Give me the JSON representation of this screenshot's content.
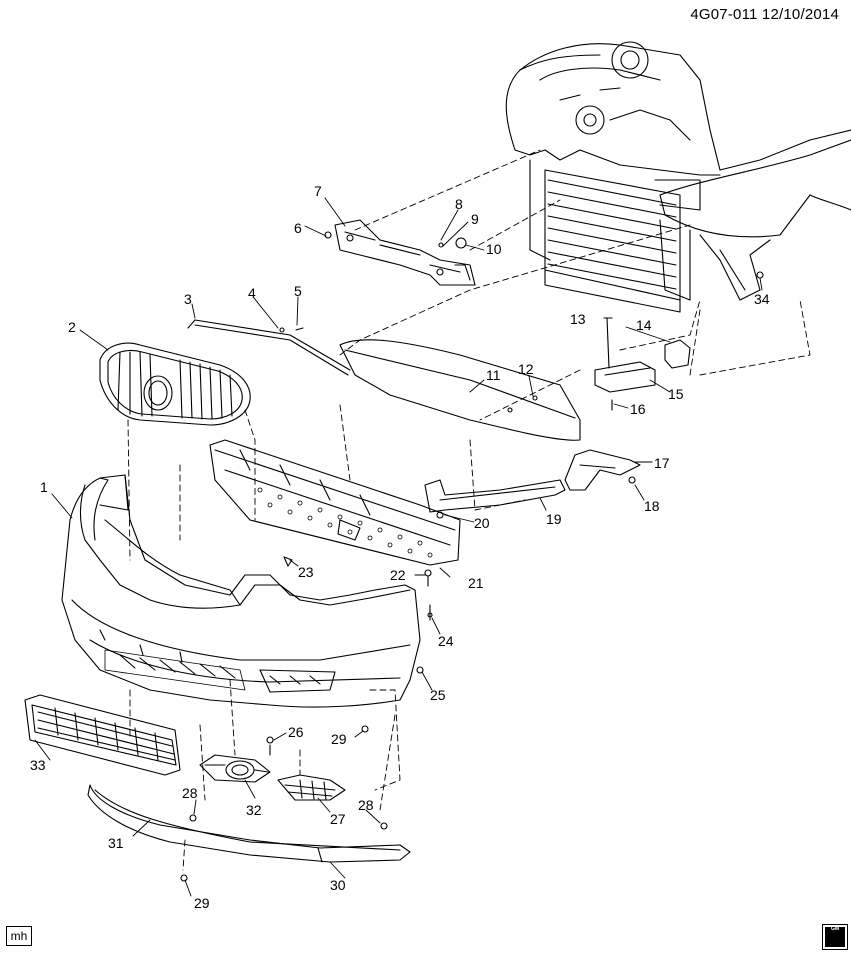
{
  "header": {
    "code": "4G07-011 12/10/2014"
  },
  "footer": {
    "tag": "mh",
    "logo_text": "GM"
  },
  "callouts": [
    {
      "n": "1"
    },
    {
      "n": "2"
    },
    {
      "n": "3"
    },
    {
      "n": "4"
    },
    {
      "n": "5"
    },
    {
      "n": "6"
    },
    {
      "n": "7"
    },
    {
      "n": "8"
    },
    {
      "n": "9"
    },
    {
      "n": "10"
    },
    {
      "n": "11"
    },
    {
      "n": "12"
    },
    {
      "n": "13"
    },
    {
      "n": "14"
    },
    {
      "n": "15"
    },
    {
      "n": "16"
    },
    {
      "n": "17"
    },
    {
      "n": "18"
    },
    {
      "n": "19"
    },
    {
      "n": "20"
    },
    {
      "n": "21"
    },
    {
      "n": "22"
    },
    {
      "n": "23"
    },
    {
      "n": "24"
    },
    {
      "n": "25"
    },
    {
      "n": "26"
    },
    {
      "n": "27"
    },
    {
      "n": "28"
    },
    {
      "n": "29"
    },
    {
      "n": "28"
    },
    {
      "n": "29"
    },
    {
      "n": "30"
    },
    {
      "n": "31"
    },
    {
      "n": "32"
    },
    {
      "n": "33"
    },
    {
      "n": "34"
    }
  ]
}
